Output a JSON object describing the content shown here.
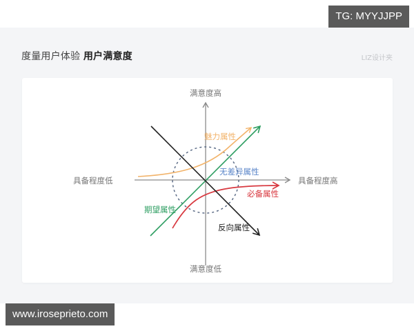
{
  "watermarks": {
    "top_right": "TG: MYYJJPP",
    "bottom_left": "www.iroseprieto.com"
  },
  "header": {
    "title_prefix": "度量用户体验",
    "title_bold": "用户满意度",
    "brand": "LIZ设计夹"
  },
  "diagram": {
    "axes": {
      "y_top": "满意度高",
      "y_bottom": "满意度低",
      "x_left": "具备程度低",
      "x_right": "具备程度高"
    },
    "curves": [
      {
        "key": "attractive",
        "label": "魅力属性",
        "color": "#f2b36a"
      },
      {
        "key": "indifferent",
        "label": "无差异属性",
        "color": "#5b86c9"
      },
      {
        "key": "must_be",
        "label": "必备属性",
        "color": "#d8383f"
      },
      {
        "key": "one_dimensional",
        "label": "期望属性",
        "color": "#2e9e62"
      },
      {
        "key": "reverse",
        "label": "反向属性",
        "color": "#222222"
      }
    ],
    "axis_color": "#8a8a8a",
    "circle_color": "#5b6b86"
  }
}
